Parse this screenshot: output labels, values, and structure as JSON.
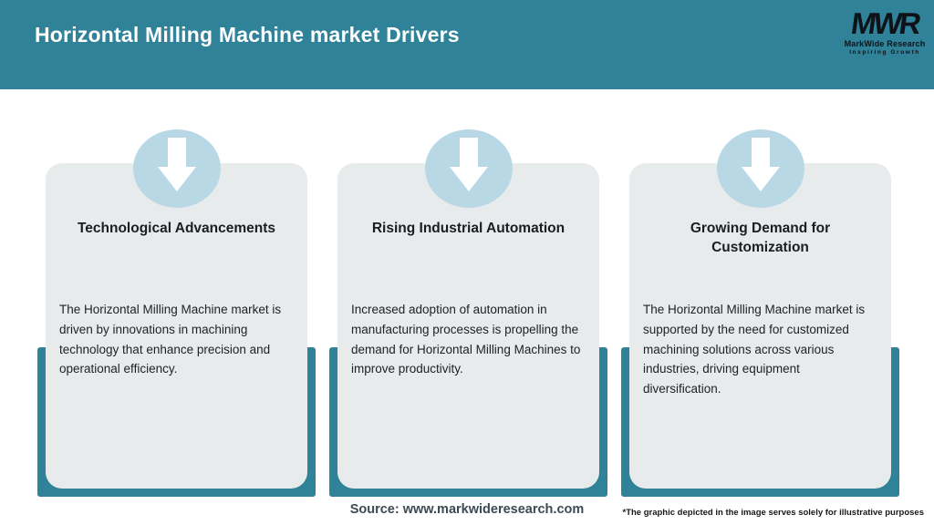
{
  "header": {
    "title": "Horizontal Milling Machine market Drivers",
    "logo": {
      "acronym": "MWR",
      "name": "MarkWide Research",
      "tagline": "Inspiring Growth"
    }
  },
  "cards": [
    {
      "icon": "down-arrow-icon",
      "title": "Technological Advancements",
      "description": "The Horizontal Milling Machine market is driven by innovations in machining technology that enhance precision and operational efficiency."
    },
    {
      "icon": "down-arrow-icon",
      "title": "Rising Industrial Automation",
      "description": "Increased adoption of automation in manufacturing processes is propelling the demand for Horizontal Milling Machines to improve productivity."
    },
    {
      "icon": "down-arrow-icon",
      "title": "Growing Demand for Customization",
      "description": "The Horizontal Milling Machine market is supported by the need for customized machining solutions across various industries, driving equipment diversification."
    }
  ],
  "footer": {
    "source": "Source: www.markwideresearch.com",
    "disclaimer": "*The graphic depicted in the image serves solely for illustrative purposes"
  },
  "colors": {
    "accent_teal": "#2f8298",
    "card_bg": "#e8ebec",
    "badge_blue": "#b8d8e5",
    "title_text": "#ffffff",
    "body_text": "#202324"
  }
}
